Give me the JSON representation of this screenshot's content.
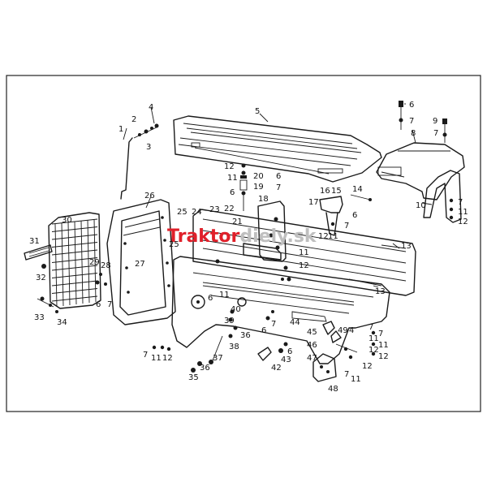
{
  "watermark": {
    "part1": "Trakto",
    "part2": "r",
    "part3": "diely.sk",
    "color1": "#e0202a",
    "color2": "#bfbfbf"
  },
  "labels": [
    {
      "id": "l1",
      "text": "1"
    },
    {
      "id": "l2",
      "text": "2"
    },
    {
      "id": "l3",
      "text": "3"
    },
    {
      "id": "l4a",
      "text": "4"
    },
    {
      "id": "l5",
      "text": "5"
    },
    {
      "id": "l6a",
      "text": "6"
    },
    {
      "id": "l7a",
      "text": "7"
    },
    {
      "id": "l8",
      "text": "8"
    },
    {
      "id": "l9",
      "text": "9"
    },
    {
      "id": "l7b",
      "text": "7"
    },
    {
      "id": "l10",
      "text": "10"
    },
    {
      "id": "l7c",
      "text": "7"
    },
    {
      "id": "l11a",
      "text": "11"
    },
    {
      "id": "l12a",
      "text": "12"
    },
    {
      "id": "l12b",
      "text": "12"
    },
    {
      "id": "l11b",
      "text": "11"
    },
    {
      "id": "l20",
      "text": "20"
    },
    {
      "id": "l19",
      "text": "19"
    },
    {
      "id": "l6b",
      "text": "6"
    },
    {
      "id": "l6c",
      "text": "6"
    },
    {
      "id": "l7d",
      "text": "7"
    },
    {
      "id": "l18",
      "text": "18"
    },
    {
      "id": "l16",
      "text": "16"
    },
    {
      "id": "l15",
      "text": "15"
    },
    {
      "id": "l14",
      "text": "14"
    },
    {
      "id": "l17",
      "text": "17"
    },
    {
      "id": "l6d",
      "text": "6"
    },
    {
      "id": "l12c",
      "text": "12"
    },
    {
      "id": "l11c",
      "text": "11"
    },
    {
      "id": "l7e",
      "text": "7"
    },
    {
      "id": "l26",
      "text": "26"
    },
    {
      "id": "l25a",
      "text": "25"
    },
    {
      "id": "l24",
      "text": "24"
    },
    {
      "id": "l23",
      "text": "23"
    },
    {
      "id": "l22",
      "text": "22"
    },
    {
      "id": "l21",
      "text": "21"
    },
    {
      "id": "l30",
      "text": "30"
    },
    {
      "id": "l31",
      "text": "31"
    },
    {
      "id": "l32",
      "text": "32"
    },
    {
      "id": "l29",
      "text": "29"
    },
    {
      "id": "l28",
      "text": "28"
    },
    {
      "id": "l27",
      "text": "27"
    },
    {
      "id": "l25b",
      "text": "25"
    },
    {
      "id": "l13a",
      "text": "13"
    },
    {
      "id": "l12d",
      "text": "12"
    },
    {
      "id": "l11d",
      "text": "11"
    },
    {
      "id": "l13b",
      "text": "13"
    },
    {
      "id": "l6e",
      "text": "6"
    },
    {
      "id": "l7f",
      "text": "7"
    },
    {
      "id": "l33",
      "text": "33"
    },
    {
      "id": "l34",
      "text": "34"
    },
    {
      "id": "l6f",
      "text": "6"
    },
    {
      "id": "l11e",
      "text": "11"
    },
    {
      "id": "l40",
      "text": "40"
    },
    {
      "id": "l39",
      "text": "39"
    },
    {
      "id": "l36a",
      "text": "36"
    },
    {
      "id": "l38",
      "text": "38"
    },
    {
      "id": "l6g",
      "text": "6"
    },
    {
      "id": "l7g",
      "text": "7"
    },
    {
      "id": "l44",
      "text": "44"
    },
    {
      "id": "l45",
      "text": "45"
    },
    {
      "id": "l46",
      "text": "46"
    },
    {
      "id": "l47",
      "text": "47"
    },
    {
      "id": "l49",
      "text": "49"
    },
    {
      "id": "l4b",
      "text": "4"
    },
    {
      "id": "l7h",
      "text": "7"
    },
    {
      "id": "l11f",
      "text": "11"
    },
    {
      "id": "l12e",
      "text": "12"
    },
    {
      "id": "l12f",
      "text": "12"
    },
    {
      "id": "l7i",
      "text": "7"
    },
    {
      "id": "l11g",
      "text": "11"
    },
    {
      "id": "l43",
      "text": "43"
    },
    {
      "id": "l42",
      "text": "42"
    },
    {
      "id": "l6h",
      "text": "6"
    },
    {
      "id": "l37",
      "text": "37"
    },
    {
      "id": "l36b",
      "text": "36"
    },
    {
      "id": "l35",
      "text": "35"
    },
    {
      "id": "l7j",
      "text": "7"
    },
    {
      "id": "l11h",
      "text": "11"
    },
    {
      "id": "l12g",
      "text": "12"
    },
    {
      "id": "l48",
      "text": "48"
    },
    {
      "id": "l7k",
      "text": "7"
    },
    {
      "id": "l11i",
      "text": "11"
    },
    {
      "id": "l12h",
      "text": "12"
    }
  ]
}
